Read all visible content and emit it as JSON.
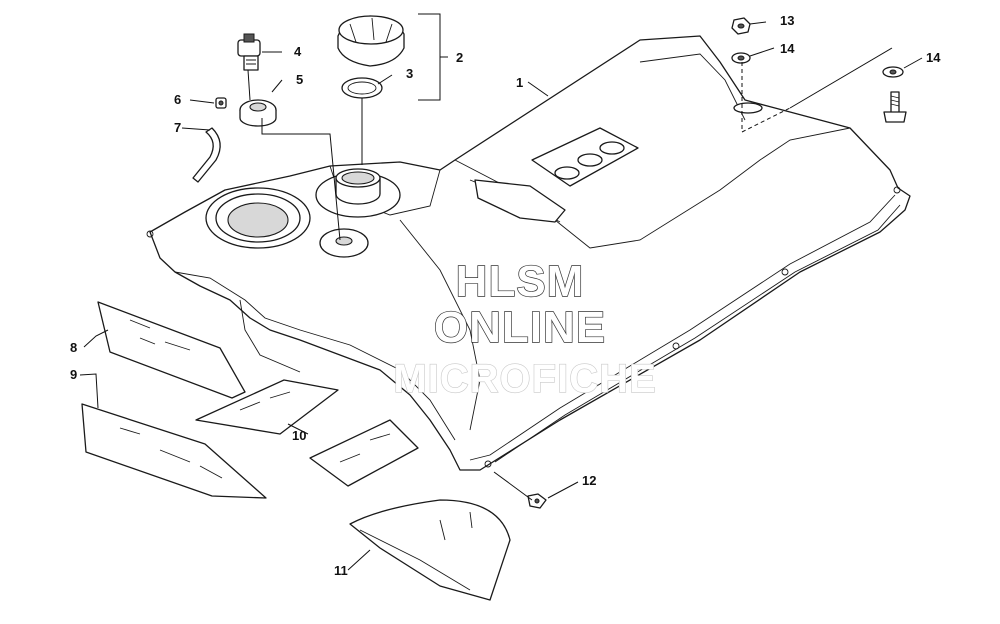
{
  "diagram": {
    "callouts": [
      {
        "id": "c1",
        "label": "1"
      },
      {
        "id": "c2",
        "label": "2"
      },
      {
        "id": "c3",
        "label": "3"
      },
      {
        "id": "c4",
        "label": "4"
      },
      {
        "id": "c5",
        "label": "5"
      },
      {
        "id": "c6",
        "label": "6"
      },
      {
        "id": "c7",
        "label": "7"
      },
      {
        "id": "c8",
        "label": "8"
      },
      {
        "id": "c9",
        "label": "9"
      },
      {
        "id": "c10",
        "label": "10"
      },
      {
        "id": "c11",
        "label": "11"
      },
      {
        "id": "c12",
        "label": "12"
      },
      {
        "id": "c13",
        "label": "13"
      },
      {
        "id": "c14a",
        "label": "14"
      },
      {
        "id": "c14b",
        "label": "14"
      }
    ],
    "watermark": {
      "line1": "HLSM",
      "line2": "ONLINE",
      "line3": "MICROFICHE"
    }
  }
}
